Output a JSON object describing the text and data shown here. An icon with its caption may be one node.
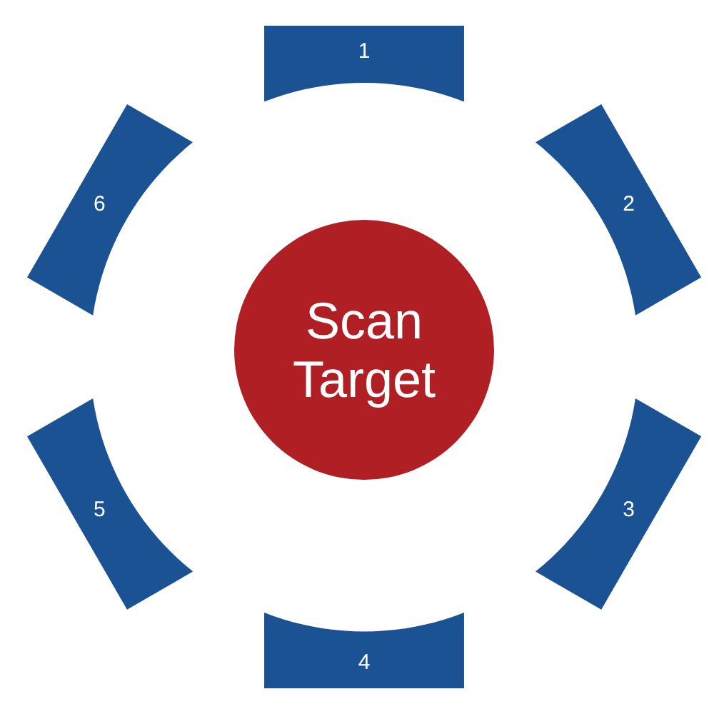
{
  "diagram": {
    "nodes": [
      {
        "text": [
          "1"
        ]
      },
      {
        "text": [
          "2"
        ]
      },
      {
        "text": [
          "3"
        ]
      },
      {
        "text": [
          "4"
        ]
      },
      {
        "text": [
          "5"
        ]
      },
      {
        "text": [
          "6"
        ]
      },
      {
        "text": [
          "Scan Target"
        ]
      }
    ]
  }
}
